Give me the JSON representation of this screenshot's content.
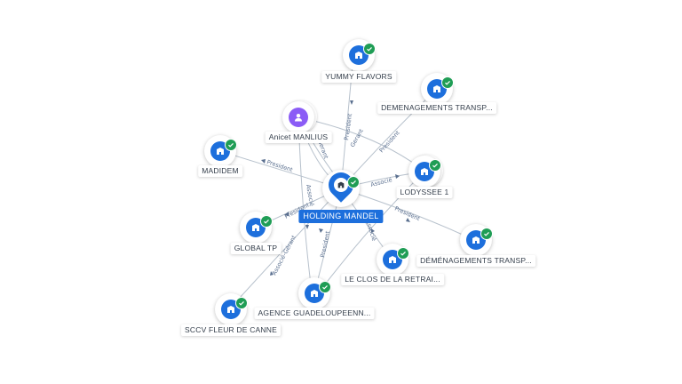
{
  "center": {
    "label": "HOLDING MANDEL",
    "icon": "company-icon",
    "verified": true
  },
  "companies": [
    {
      "id": "yummy",
      "label": "YUMMY FLAVORS",
      "icon": "company-icon",
      "verified": true
    },
    {
      "id": "dem1",
      "label": "DEMENAGEMENTS TRANSP...",
      "icon": "company-icon",
      "verified": true
    },
    {
      "id": "madidem",
      "label": "MADIDEM",
      "icon": "company-icon",
      "verified": true
    },
    {
      "id": "lodyssee",
      "label": "LODYSSEE 1",
      "icon": "company-icon",
      "verified": true
    },
    {
      "id": "globaltp",
      "label": "GLOBAL TP",
      "icon": "company-icon",
      "verified": true
    },
    {
      "id": "dem2",
      "label": "DÉMÉNAGEMENTS TRANSP...",
      "icon": "company-icon",
      "verified": true
    },
    {
      "id": "closretrai",
      "label": "LE CLOS DE LA RETRAI...",
      "icon": "company-icon",
      "verified": true
    },
    {
      "id": "agence",
      "label": "AGENCE GUADELOUPEENN...",
      "icon": "company-icon",
      "verified": true
    },
    {
      "id": "sccv",
      "label": "SCCV FLEUR DE CANNE",
      "icon": "company-icon",
      "verified": true
    }
  ],
  "person": {
    "label": "Anicet MANLIUS",
    "icon": "person-icon"
  },
  "edge_labels": {
    "president": "President",
    "gerant": "Gerant",
    "associe": "Associé",
    "associe_gerant": "Associé-Gérant"
  },
  "colors": {
    "accent": "#1d6fdc",
    "verified": "#1f9d55",
    "person": "#8b5cf6",
    "edge": "#b7c1cc",
    "edge_text": "#5a6f8f"
  }
}
